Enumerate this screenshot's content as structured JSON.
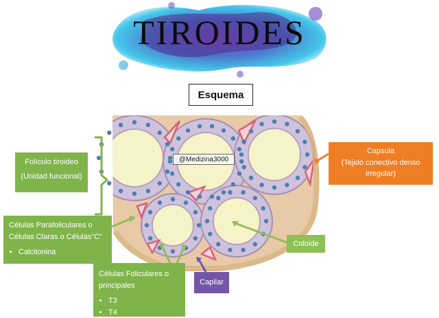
{
  "title": "TIROIDES",
  "heading": "Esquema",
  "watermark": "@Medizina3000",
  "labels": {
    "foliculo": {
      "line1": "Folículo tiroideo",
      "line2": "(Unidad funcional)"
    },
    "parafoliculares": {
      "line1": "Células Parafoliculares o",
      "line2": "Células Claras o Células”C”",
      "items": [
        "Calcitonina"
      ]
    },
    "foliculares": {
      "line1": "Células Foliculares o",
      "line2": "principales",
      "items": [
        "T3",
        "T4"
      ]
    },
    "coloide": "Coloide",
    "capsula": {
      "line1": "Capsula",
      "line2": "(Tejido conectivo denso",
      "line3": "irregular)"
    },
    "capilar": "Capilar"
  },
  "colors": {
    "green": "#7fb44a",
    "orange": "#ee7d24",
    "purple": "#7356a8",
    "colloid": "#f4f2c4",
    "capsule": "#e3caa0",
    "cell": "#e6dcef",
    "nucleus": "#4d7fae",
    "capillary": "#e47f8e"
  }
}
